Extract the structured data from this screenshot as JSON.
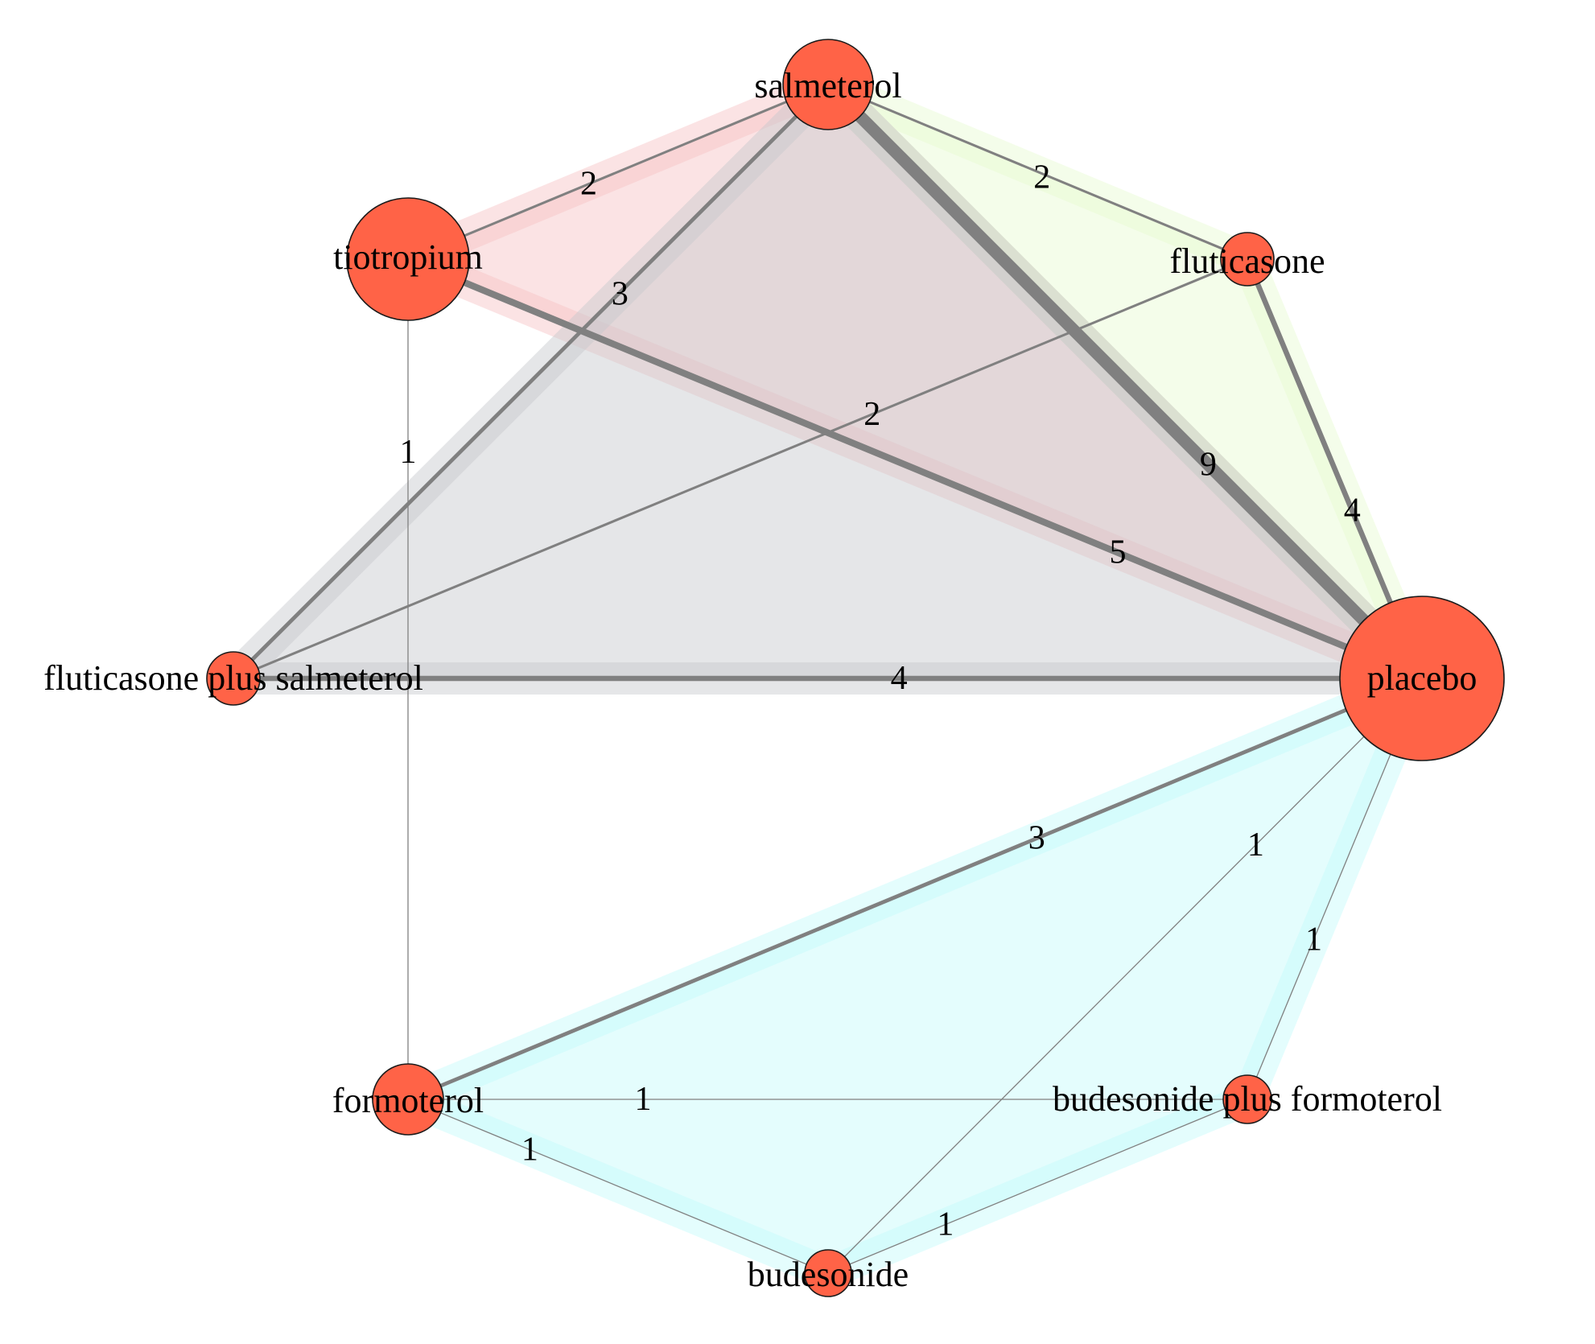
{
  "colors": {
    "node_fill": "#ff6347",
    "node_stroke": "#1a1a1a",
    "edge": "#808080",
    "background": "#ffffff"
  },
  "nodes": [
    {
      "id": "salmeterol",
      "label": "salmeterol",
      "size": 3
    },
    {
      "id": "tiotropium",
      "label": "tiotropium",
      "size": 5
    },
    {
      "id": "fluticasone",
      "label": "fluticasone",
      "size": 1
    },
    {
      "id": "fps",
      "label": "fluticasone plus salmeterol",
      "size": 1
    },
    {
      "id": "placebo",
      "label": "placebo",
      "size": 7
    },
    {
      "id": "formoterol",
      "label": "formoterol",
      "size": 2
    },
    {
      "id": "bpf",
      "label": "budesonide plus formoterol",
      "size": 1
    },
    {
      "id": "budesonide",
      "label": "budesonide",
      "size": 1
    }
  ],
  "edges": [
    {
      "from": "salmeterol",
      "to": "tiotropium",
      "weight": 2,
      "label": "2"
    },
    {
      "from": "salmeterol",
      "to": "fluticasone",
      "weight": 2,
      "label": "2"
    },
    {
      "from": "salmeterol",
      "to": "fps",
      "weight": 3,
      "label": "3"
    },
    {
      "from": "salmeterol",
      "to": "placebo",
      "weight": 9,
      "label": "9"
    },
    {
      "from": "tiotropium",
      "to": "placebo",
      "weight": 5,
      "label": "5"
    },
    {
      "from": "tiotropium",
      "to": "formoterol",
      "weight": 1,
      "label": "1"
    },
    {
      "from": "fluticasone",
      "to": "placebo",
      "weight": 4,
      "label": "4"
    },
    {
      "from": "fluticasone",
      "to": "fps",
      "weight": 2,
      "label": "2"
    },
    {
      "from": "fps",
      "to": "placebo",
      "weight": 4,
      "label": "4"
    },
    {
      "from": "placebo",
      "to": "formoterol",
      "weight": 3,
      "label": "3"
    },
    {
      "from": "placebo",
      "to": "budesonide",
      "weight": 1,
      "label": "1"
    },
    {
      "from": "placebo",
      "to": "bpf",
      "weight": 1,
      "label": "1"
    },
    {
      "from": "formoterol",
      "to": "bpf",
      "weight": 1,
      "label": "1"
    },
    {
      "from": "formoterol",
      "to": "budesonide",
      "weight": 1,
      "label": "1"
    },
    {
      "from": "budesonide",
      "to": "bpf",
      "weight": 1,
      "label": "1"
    }
  ],
  "regions": [
    {
      "id": "tiotropium-salmeterol-placebo",
      "nodes": [
        "tiotropium",
        "salmeterol",
        "placebo"
      ],
      "color": "#f7c0c4"
    },
    {
      "id": "salmeterol-fluticasone-placebo",
      "nodes": [
        "salmeterol",
        "fluticasone",
        "placebo"
      ],
      "color": "#e6fbd0"
    },
    {
      "id": "salmeterol-fps-placebo",
      "nodes": [
        "salmeterol",
        "fps",
        "placebo"
      ],
      "color": "#c6c8cc"
    },
    {
      "id": "placebo-formoterol-budesonide-bpf",
      "nodes": [
        "placebo",
        "formoterol",
        "budesonide",
        "bpf"
      ],
      "color": "#c4fbfb"
    }
  ]
}
